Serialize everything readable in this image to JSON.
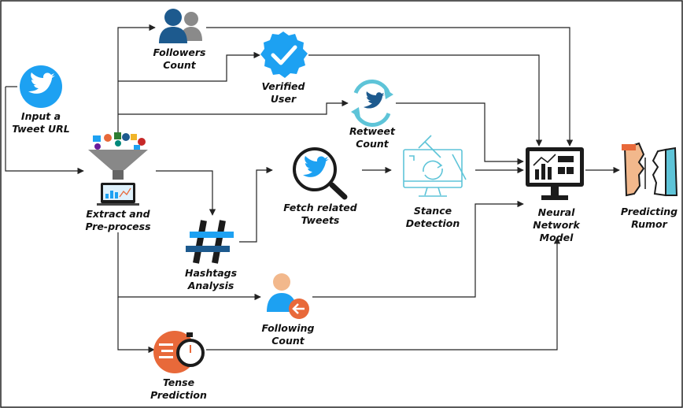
{
  "nodes": {
    "input": {
      "lines": [
        "Input a",
        "Tweet URL"
      ],
      "icon": "twitter-bird-icon"
    },
    "extract": {
      "lines": [
        "Extract and",
        "Pre-process"
      ],
      "icon": "data-funnel-icon"
    },
    "followers": {
      "lines": [
        "Followers",
        "Count"
      ],
      "icon": "users-icon"
    },
    "verified": {
      "lines": [
        "Verified",
        "User"
      ],
      "icon": "verified-badge-icon"
    },
    "retweet": {
      "lines": [
        "Retweet",
        "Count"
      ],
      "icon": "retweet-icon"
    },
    "fetch": {
      "lines": [
        "Fetch related",
        "Tweets"
      ],
      "icon": "search-tweet-icon"
    },
    "stance": {
      "lines": [
        "Stance",
        "Detection"
      ],
      "icon": "stance-monitor-icon"
    },
    "hashtags": {
      "lines": [
        "Hashtags",
        "Analysis"
      ],
      "icon": "hashtag-icon"
    },
    "following": {
      "lines": [
        "Following",
        "Count"
      ],
      "icon": "user-arrow-icon"
    },
    "tense": {
      "lines": [
        "Tense",
        "Prediction"
      ],
      "icon": "stopwatch-icon"
    },
    "nn": {
      "lines": [
        "Neural",
        "Network",
        "Model"
      ],
      "icon": "monitor-chart-icon"
    },
    "predict": {
      "lines": [
        "Predicting",
        "Rumor"
      ],
      "icon": "faces-icon"
    }
  },
  "colors": {
    "twitter_blue": "#1DA1F2",
    "dark_blue": "#1d5a8e",
    "gray": "#8a8a8a",
    "orange": "#e8693a",
    "teal": "#5ec4d8",
    "dark": "#1b1b1b",
    "peach": "#f2b88c",
    "arrow": "#222222"
  }
}
